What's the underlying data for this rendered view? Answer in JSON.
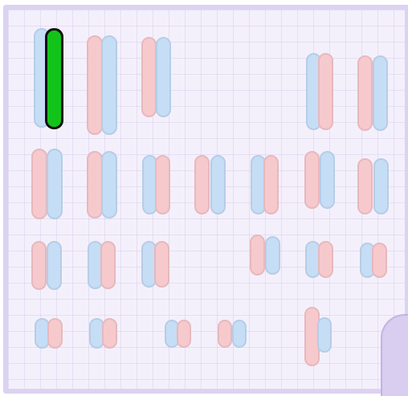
{
  "game": {
    "screen": "karyotype-board",
    "selected_chromosome": "pair-1-homolog-b"
  },
  "colors": {
    "board_background": "#f4f0fb",
    "board_border": "#dcd2f1",
    "blue_chromosome": "#c6ddf6",
    "pink_chromosome": "#f6c9cd",
    "selected_chromosome": "#12c41a",
    "selected_outline": "#111111"
  },
  "icons": {
    "scientist": "scientist-figure-partial"
  }
}
